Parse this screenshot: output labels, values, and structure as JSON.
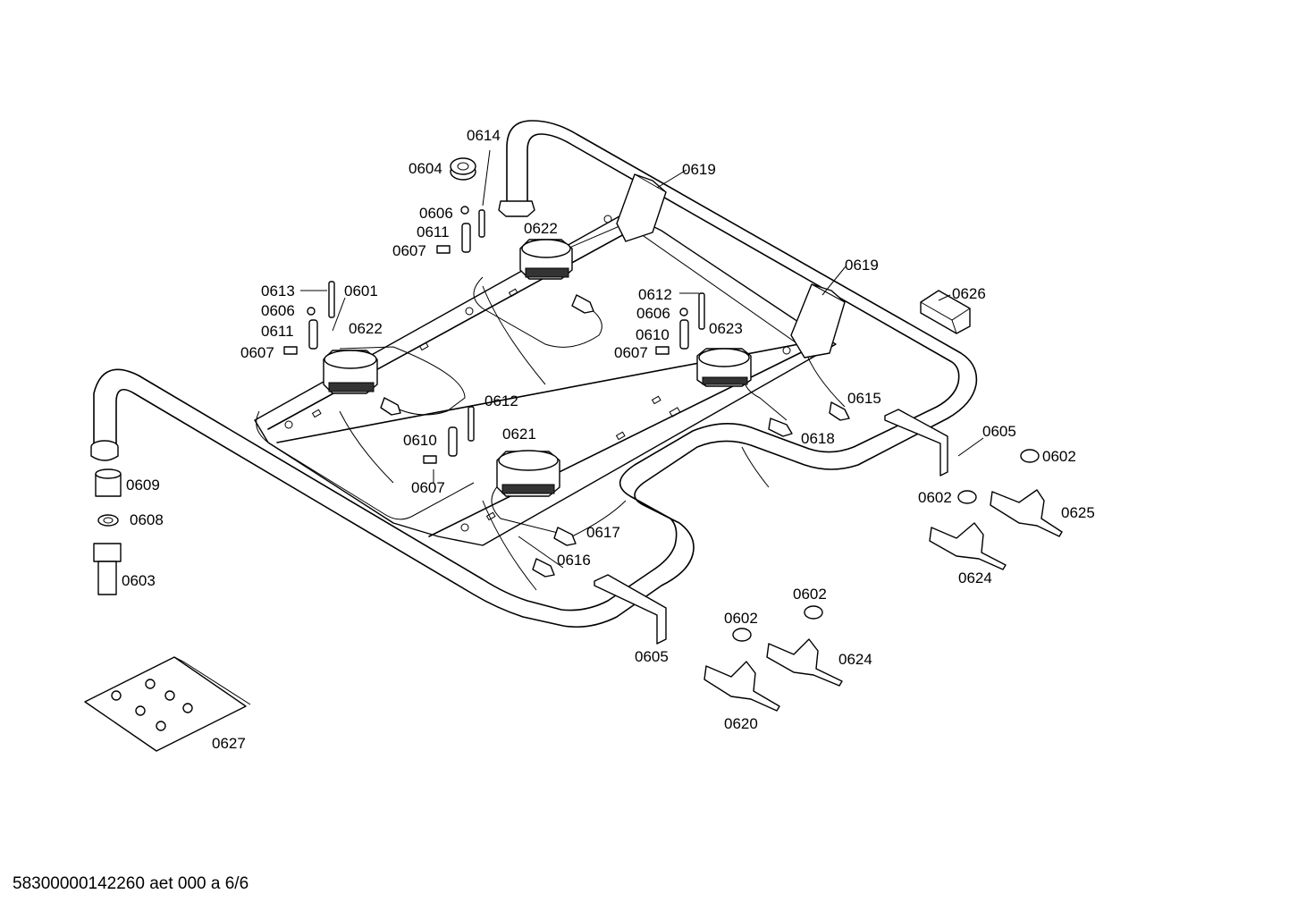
{
  "labels": {
    "l0614": "0614",
    "l0604": "0604",
    "l0619a": "0619",
    "l0606a": "0606",
    "l0611a": "0611",
    "l0607a": "0607",
    "l0622a": "0622",
    "l0619b": "0619",
    "l0626": "0626",
    "l0613": "0613",
    "l0601": "0601",
    "l0606b": "0606",
    "l0611b": "0611",
    "l0622b": "0622",
    "l0607b": "0607",
    "l0612a": "0612",
    "l0606c": "0606",
    "l0623": "0623",
    "l0610a": "0610",
    "l0607c": "0607",
    "l0615": "0615",
    "l0612b": "0612",
    "l0621": "0621",
    "l0610b": "0610",
    "l0607d": "0607",
    "l0618": "0618",
    "l0605a": "0605",
    "l0602a": "0602",
    "l0609": "0609",
    "l0602b": "0602",
    "l0625": "0625",
    "l0608": "0608",
    "l0617": "0617",
    "l0624a": "0624",
    "l0616": "0616",
    "l0603": "0603",
    "l0602c": "0602",
    "l0602d": "0602",
    "l0624b": "0624",
    "l0605b": "0605",
    "l0620": "0620",
    "l0627": "0627"
  },
  "footer": "58300000142260 aet 000 a 6/6"
}
